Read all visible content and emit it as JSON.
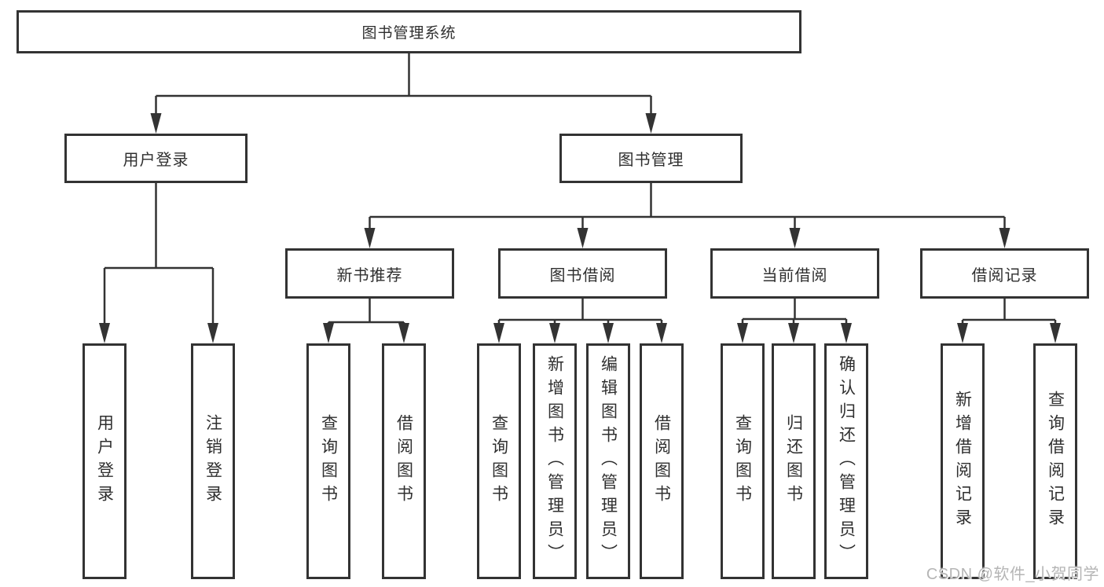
{
  "tree": {
    "root": "图书管理系统",
    "level2": [
      "用户登录",
      "图书管理"
    ],
    "level3": [
      "新书推荐",
      "图书借阅",
      "当前借阅",
      "借阅记录"
    ],
    "leaves": {
      "user_login": [
        "用户登录",
        "注销登录"
      ],
      "new_book": [
        "查询图书",
        "借阅图书"
      ],
      "book_borrow": [
        "查询图书",
        "新增图书（管理员）",
        "编辑图书（管理员）",
        "借阅图书"
      ],
      "current_borrow": [
        "查询图书",
        "归还图书",
        "确认归还（管理员）"
      ],
      "borrow_record": [
        "新增借阅记录",
        "查询借阅记录"
      ]
    }
  },
  "watermark": "CSDN @软件_小贺同学",
  "colors": {
    "line": "#333333",
    "box_border": "#333333",
    "box_fill": "#ffffff",
    "text": "#2f2f2f",
    "watermark": "#b5b5b5"
  }
}
